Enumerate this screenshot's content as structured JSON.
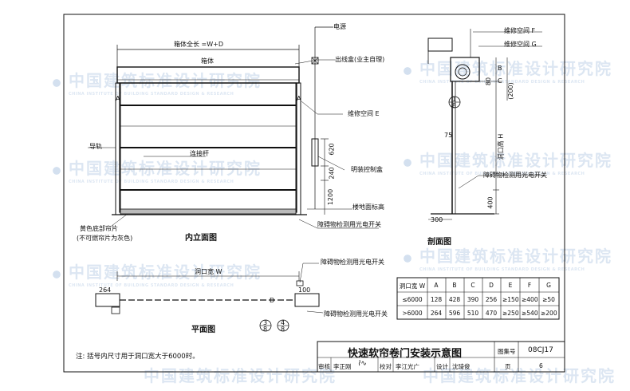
{
  "elevation": {
    "label_box_length": "箱体全长 =W+D",
    "label_box": "箱体",
    "label_guide_rail": "导轨",
    "label_connecting_rod": "连接杆",
    "label_bottom_curtain_1": "黄色底部帘片",
    "label_bottom_curtain_2": "(不可燃帘片为灰色)",
    "label_power": "电源",
    "label_outlet_box": "出线盒(业主自理)",
    "label_service_space_e": "维修空间 E",
    "label_surface_control_box": "明装控制盒",
    "label_floor_level": "楼地面标高",
    "label_sensor": "障碍物检测用光电开关",
    "dim_620": "620",
    "dim_240": "240",
    "dim_1200": "1200",
    "label_a_left": "A",
    "label_a_right": "A",
    "title": "内立面图"
  },
  "section": {
    "label_service_space_f": "维修空间 F",
    "label_service_space_g": "维修空间 G",
    "label_b": "B",
    "label_c": "C",
    "dim_80": "80",
    "dim_200": "(200)",
    "label_opening_height": "洞口高 H",
    "dim_75": "75",
    "dim_400": "400",
    "dim_300": "300",
    "label_sensor": "障碍物检测用光电开关",
    "detail_top": "1",
    "detail_bottom": "8",
    "title": "剖面图"
  },
  "plan": {
    "label_opening_width": "洞口宽 W",
    "label_sensor_top": "障碍物检测用光电开关",
    "label_sensor_bottom": "障碍物检测用光电开关",
    "label_d": "D",
    "dim_264": "264",
    "dim_100": "100",
    "title": "平面图",
    "detail_a_top": "3",
    "detail_a_bottom": "8",
    "detail_b_top": "4",
    "detail_b_bottom": "8"
  },
  "table": {
    "headers": [
      "洞口宽 W",
      "A",
      "B",
      "C",
      "D",
      "E",
      "F",
      "G"
    ],
    "rows": [
      [
        "≤6000",
        "128",
        "428",
        "390",
        "256",
        "≥150",
        "≥400",
        "≥50"
      ],
      [
        ">6000",
        "264",
        "596",
        "510",
        "470",
        "≥250",
        "≥540",
        "≥200"
      ]
    ]
  },
  "note": "注: 括号内尺寸用于洞口宽大于6000时。",
  "title_block": {
    "title": "快速软帘卷门安装示意图",
    "atlas_label": "图集号",
    "atlas_no": "08CJ17",
    "review_label": "审核",
    "reviewer": "李正刚",
    "check_label": "校对",
    "checker": "李江光广",
    "design_label": "设计",
    "designer": "沈琦俊",
    "page_label": "页",
    "page_no": "6"
  },
  "watermark": {
    "cn": "中国建筑标准设计研究院",
    "en": "CHINA INSTITUTE OF BUILDING STANDARD DESIGN & RESEARCH"
  },
  "colors": {
    "line": "#111111",
    "watermark": "#82a5d2"
  }
}
